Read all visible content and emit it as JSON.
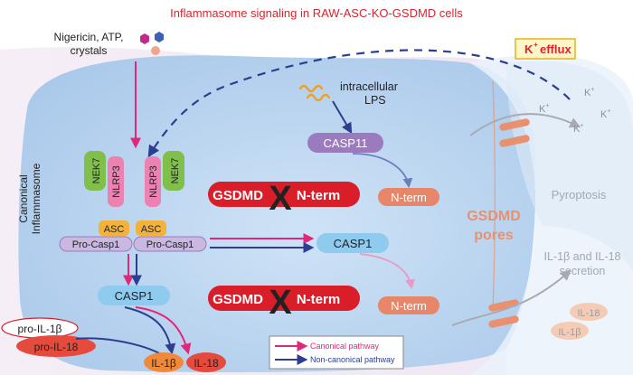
{
  "title": "Inflammasome signaling in RAW-ASC-KO-GSDMD cells",
  "stimuli": {
    "line1": "Nigericin, ATP,",
    "line2": "crystals"
  },
  "k_efflux": {
    "label": "efflux",
    "ion": "K",
    "charge": "+"
  },
  "lps": {
    "line1": "intracellular",
    "line2": "LPS"
  },
  "side_label": {
    "line1": "Canonical",
    "line2": "Inflammasome"
  },
  "proteins": {
    "nek7": "NEK7",
    "nlrp3": "NLRP3",
    "asc": "ASC",
    "pro_casp1": "Pro-Casp1",
    "casp1": "CASP1",
    "casp11": "CASP11",
    "gsdmd": "GSDMD",
    "n_term": "N-term",
    "pro_il1b": "pro-IL-1β",
    "pro_il18": "pro-IL-18",
    "il1b": "IL-1β",
    "il18": "IL-18"
  },
  "outcomes": {
    "pyroptosis": "Pyroptosis",
    "pores_line1": "GSDMD",
    "pores_line2": "pores",
    "secretion_line1": "IL-1β and IL-18",
    "secretion_line2": "secretion"
  },
  "legend": {
    "canonical": "Canonical pathway",
    "noncanonical": "Non-canonical pathway"
  },
  "colors": {
    "title": "#d6262f",
    "canonical": "#e0287a",
    "noncanonical": "#2c3e8f",
    "gsdmd": "#d91e2a",
    "nterm": "#e8866a",
    "casp1": "#8ecbef",
    "casp11": "#9b7bbd",
    "nek7": "#7fbf4a",
    "nlrp3": "#ec82b2",
    "asc": "#f3b23a",
    "cell": "#c4daf0",
    "pores": "#e9916f"
  }
}
